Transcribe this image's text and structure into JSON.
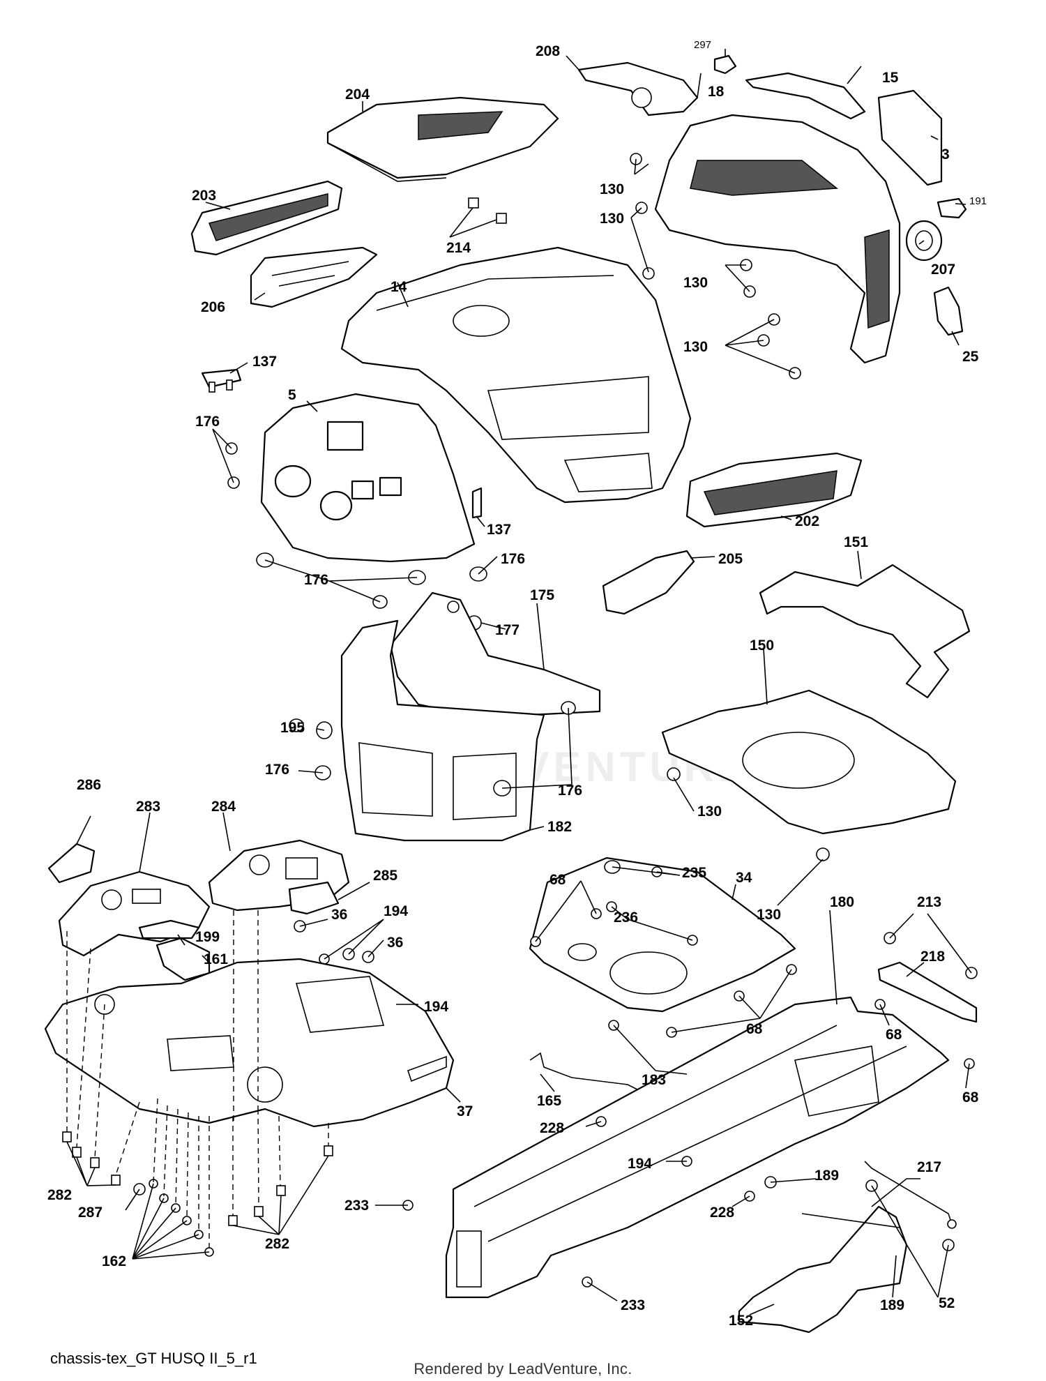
{
  "diagram": {
    "caption": "chassis-tex_GT HUSQ II_5_r1",
    "footer": "Rendered by LeadVenture, Inc.",
    "watermark": "LEADVENTURE",
    "callouts": {
      "c297": "297",
      "c208": "208",
      "c15": "15",
      "c18": "18",
      "c204": "204",
      "c3": "3",
      "c130a": "130",
      "c191": "191",
      "c203": "203",
      "c214": "214",
      "c130b": "130",
      "c207": "207",
      "c130c": "130",
      "c14": "14",
      "c206": "206",
      "c25": "25",
      "c130d": "130",
      "c137a": "137",
      "c5": "5",
      "c176a": "176",
      "c137b": "137",
      "c202": "202",
      "c176b": "176",
      "c205": "205",
      "c151": "151",
      "c176c": "176",
      "c175": "175",
      "c177": "177",
      "c150": "150",
      "c195": "195",
      "c176d": "176",
      "c176e": "176",
      "c130e": "130",
      "c182": "182",
      "c286": "286",
      "c283": "283",
      "c284": "284",
      "c285": "285",
      "c235": "235",
      "c68a": "68",
      "c34": "34",
      "c236": "236",
      "c130f": "130",
      "c36a": "36",
      "c194a": "194",
      "c213": "213",
      "c199": "199",
      "c36b": "36",
      "c161": "161",
      "c218": "218",
      "c194b": "194",
      "c180": "180",
      "c68b": "68",
      "c68c": "68",
      "c183": "183",
      "c165": "165",
      "c68d": "68",
      "c37": "37",
      "c228a": "228",
      "c194c": "194",
      "c217": "217",
      "c189a": "189",
      "c282a": "282",
      "c233a": "233",
      "c228b": "228",
      "c287": "287",
      "c282b": "282",
      "c162": "162",
      "c52": "52",
      "c233b": "233",
      "c189b": "189",
      "c152": "152"
    }
  }
}
